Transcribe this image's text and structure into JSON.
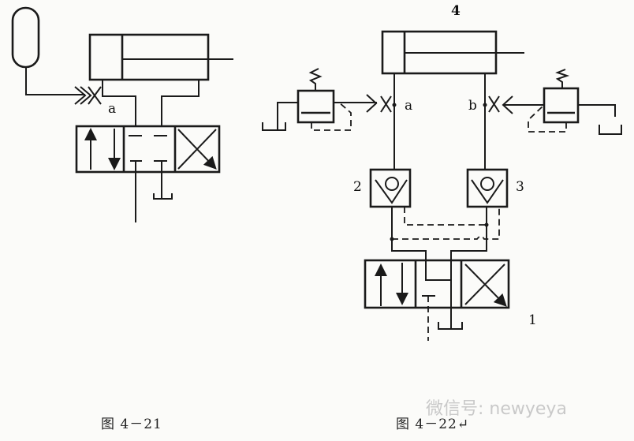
{
  "figure_left": {
    "caption": "图 4－21",
    "labels": {
      "point_a": "a"
    }
  },
  "figure_right": {
    "caption": "图 4－22↵",
    "labels": {
      "cylinder": "4",
      "directional_valve": "1",
      "check_valve_left": "2",
      "check_valve_right": "3",
      "point_a": "a",
      "point_b": "b"
    }
  },
  "watermark": "微信号: newyeya"
}
